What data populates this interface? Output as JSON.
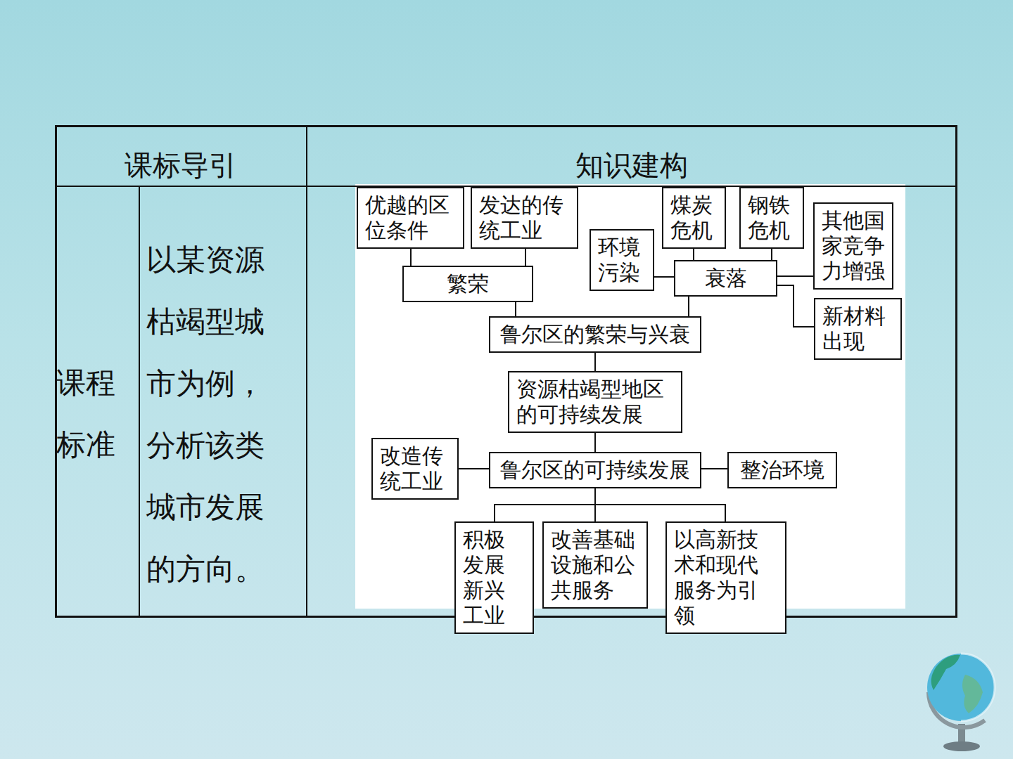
{
  "diagram": {
    "nodes": [
      {
        "text": [
          "优越的区位条件"
        ]
      },
      {
        "text": [
          "发达的传统工业"
        ]
      },
      {
        "text": [
          "煤炭危机"
        ]
      },
      {
        "text": [
          "钢铁危机"
        ]
      },
      {
        "text": [
          "环境污染"
        ]
      },
      {
        "text": [
          "其他国家竞争力增强"
        ]
      },
      {
        "text": [
          "繁荣"
        ]
      },
      {
        "text": [
          "衰落"
        ]
      },
      {
        "text": [
          "新材料出现"
        ]
      },
      {
        "text": [
          "鲁尔区的繁荣与兴衰"
        ]
      },
      {
        "text": [
          "资源枯竭型地区的可持续发展"
        ]
      },
      {
        "text": [
          "改造传统工业"
        ]
      },
      {
        "text": [
          "鲁尔区的可持续发展"
        ]
      },
      {
        "text": [
          "整治环境"
        ]
      },
      {
        "text": [
          "积极发展新兴工业"
        ]
      },
      {
        "text": [
          "改善基础设施和公共服务"
        ]
      },
      {
        "text": [
          "以高新技术和现代服务为引领"
        ]
      }
    ],
    "edges": [
      {
        "from": 0,
        "to": 6,
        "arrow": "none"
      },
      {
        "from": 1,
        "to": 6,
        "arrow": "none"
      },
      {
        "from": 2,
        "to": 7,
        "arrow": "none"
      },
      {
        "from": 3,
        "to": 7,
        "arrow": "none"
      },
      {
        "from": 4,
        "to": 7,
        "arrow": "none"
      },
      {
        "from": 5,
        "to": 7,
        "arrow": "none"
      },
      {
        "from": 8,
        "to": 7,
        "arrow": "none"
      },
      {
        "from": 6,
        "to": 9,
        "arrow": "none"
      },
      {
        "from": 7,
        "to": 9,
        "arrow": "none"
      },
      {
        "from": 9,
        "to": 10,
        "arrow": "none"
      },
      {
        "from": 10,
        "to": 12,
        "arrow": "none"
      },
      {
        "from": 11,
        "to": 12,
        "arrow": "none"
      },
      {
        "from": 12,
        "to": 13,
        "arrow": "none"
      },
      {
        "from": 12,
        "to": 14,
        "arrow": "none"
      },
      {
        "from": 12,
        "to": 15,
        "arrow": "none"
      },
      {
        "from": 12,
        "to": 16,
        "arrow": "none"
      }
    ],
    "labels": [
      "课标导引",
      "知识建构",
      "课程标准",
      "以某资源枯竭型城市为例，分析该类城市发展的方向。"
    ]
  }
}
